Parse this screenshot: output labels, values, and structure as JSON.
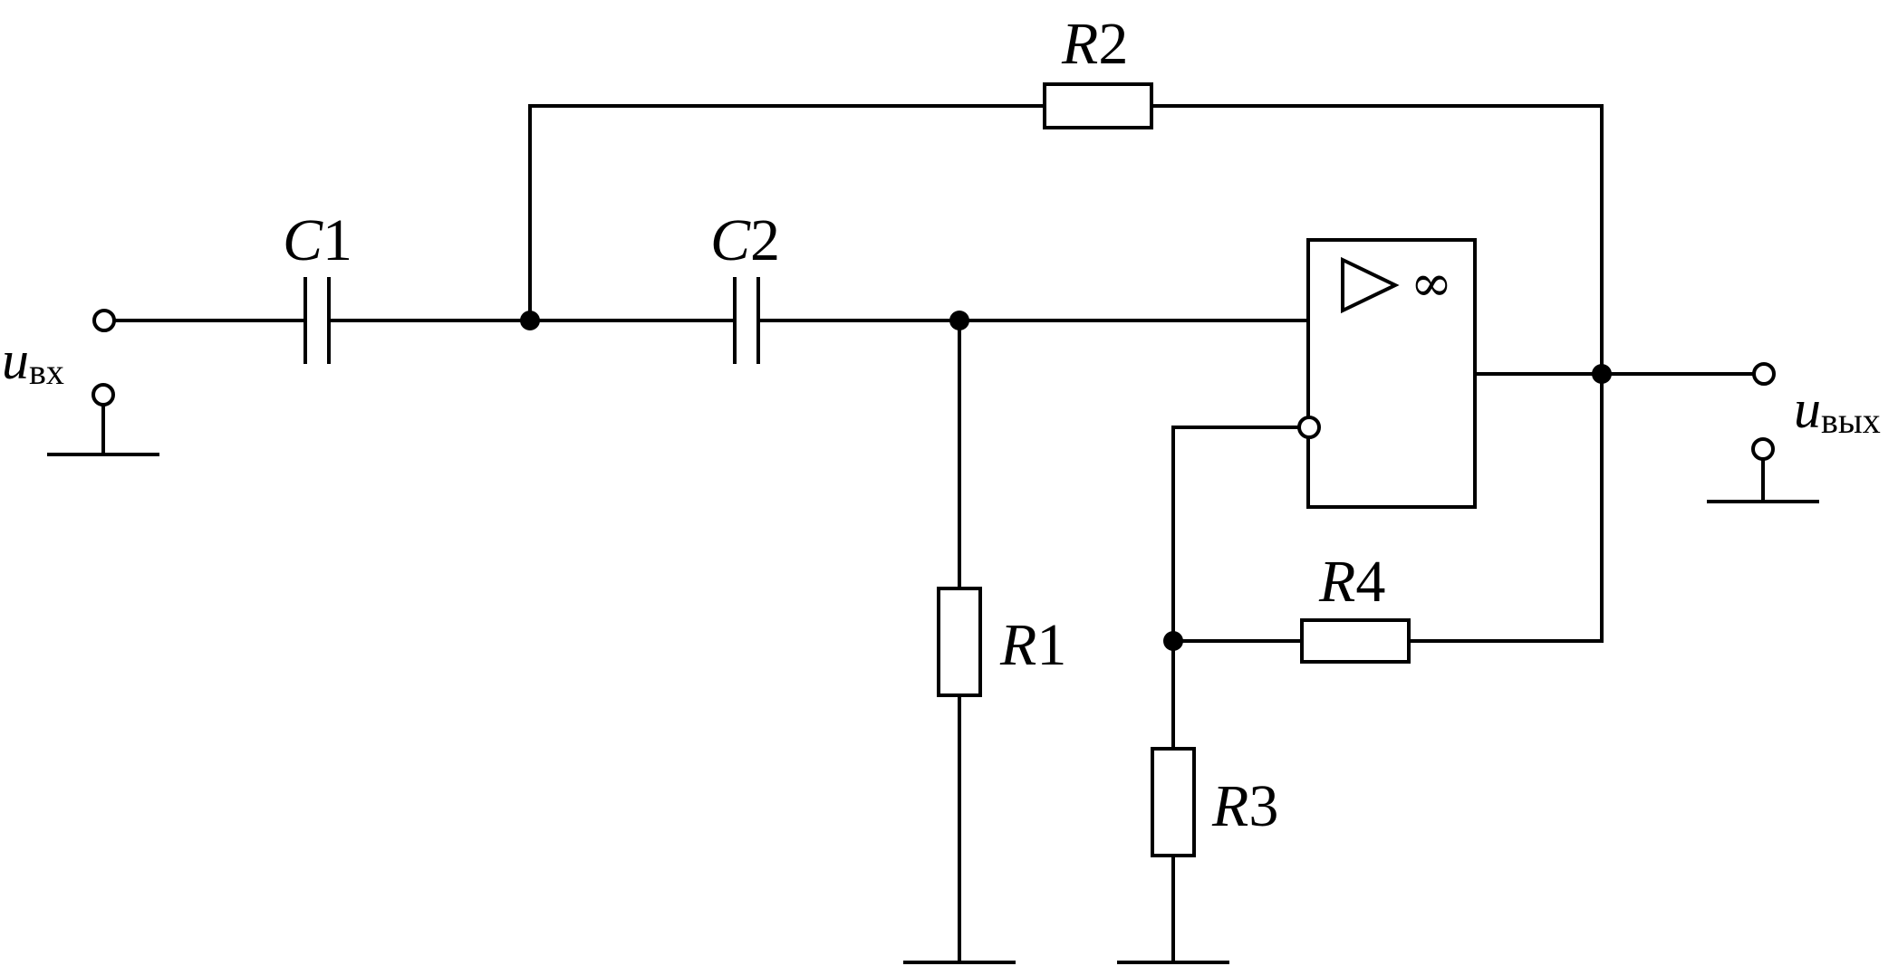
{
  "components": {
    "c1": {
      "letter": "C",
      "number": "1"
    },
    "c2": {
      "letter": "C",
      "number": "2"
    },
    "r1": {
      "letter": "R",
      "number": "1"
    },
    "r2": {
      "letter": "R",
      "number": "2"
    },
    "r3": {
      "letter": "R",
      "number": "3"
    },
    "r4": {
      "letter": "R",
      "number": "4"
    }
  },
  "opamp": {
    "gain_symbol": "∞"
  },
  "signals": {
    "input": {
      "symbol": "u",
      "subscript": "вх"
    },
    "output": {
      "symbol": "u",
      "subscript": "вых"
    }
  }
}
